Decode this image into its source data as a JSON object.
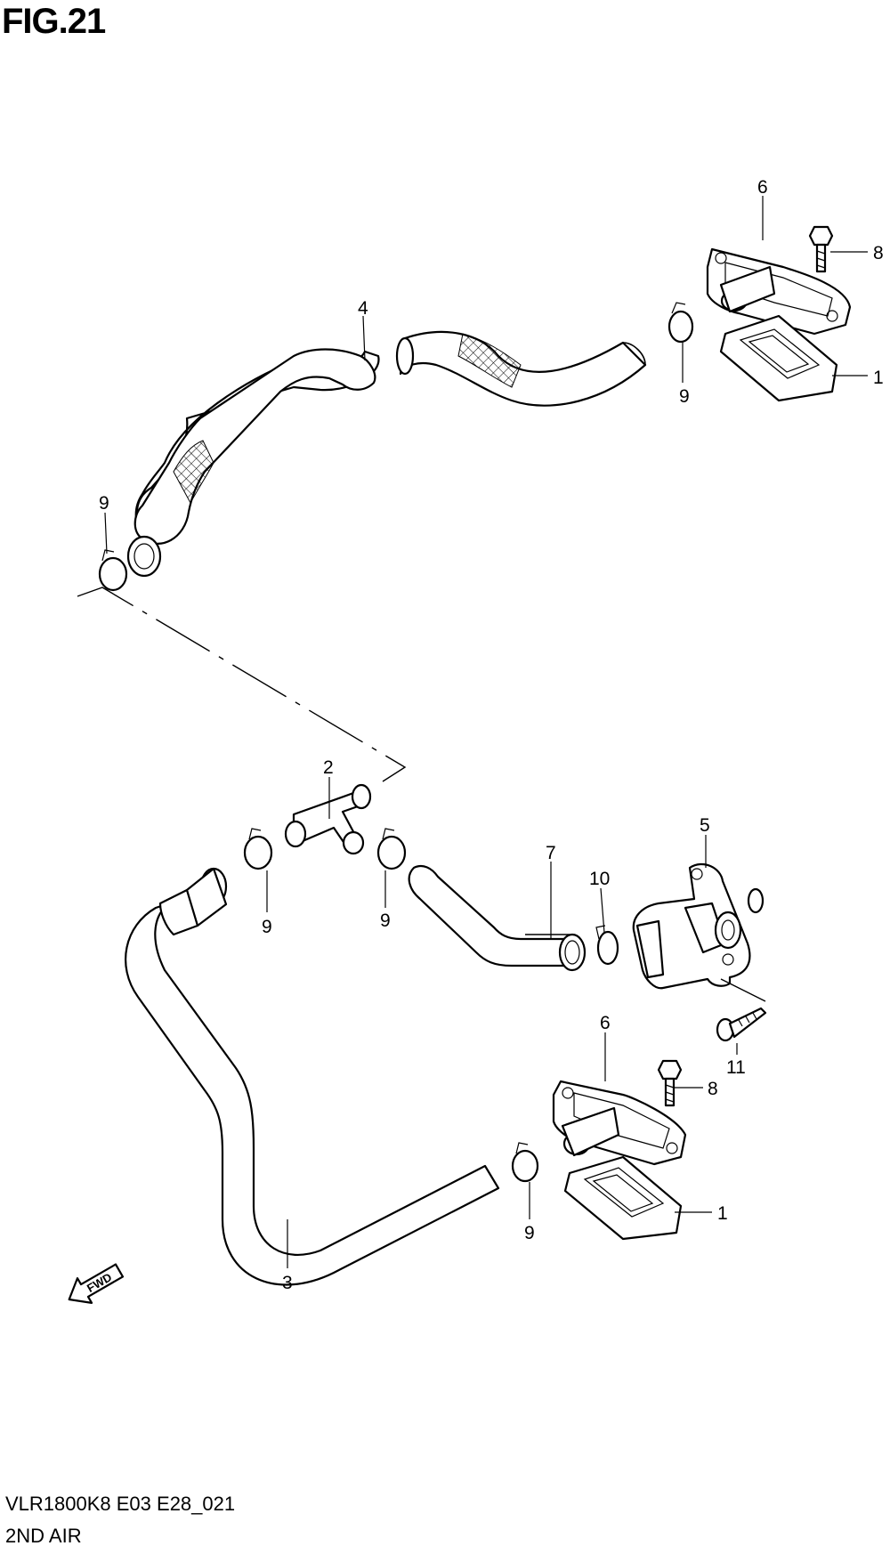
{
  "figure": {
    "title": "FIG.21"
  },
  "footer": {
    "model_code": "VLR1800K8 E03 E28_021",
    "section_name": "2ND AIR"
  },
  "callouts": {
    "c1_top": "1",
    "c1_bottom": "1",
    "c2": "2",
    "c3": "3",
    "c4": "4",
    "c5": "5",
    "c6_top": "6",
    "c6_bottom": "6",
    "c7": "7",
    "c8_top": "8",
    "c8_bottom": "8",
    "c9_a": "9",
    "c9_b": "9",
    "c9_c": "9",
    "c9_d": "9",
    "c9_e": "9",
    "c10": "10",
    "c11": "11"
  },
  "fwd_arrow": {
    "label": "FWD"
  },
  "icons": [
    "fwd-arrow-icon"
  ]
}
